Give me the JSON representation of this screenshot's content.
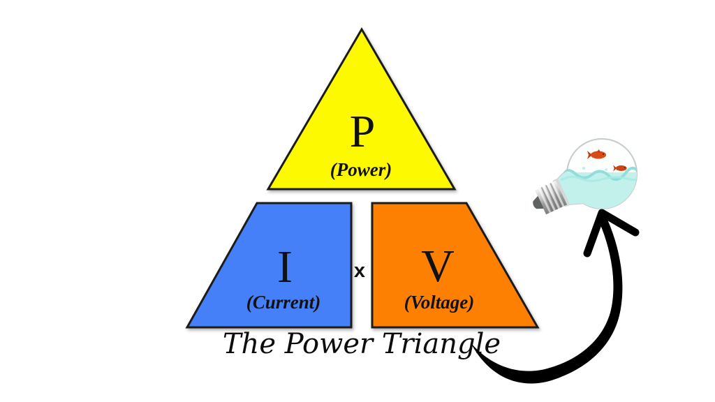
{
  "diagram": {
    "title": "The Power Triangle",
    "operator": "x",
    "power": {
      "symbol": "P",
      "label": "(Power)",
      "color": "#FDF900"
    },
    "current": {
      "symbol": "I",
      "label": "(Current)",
      "color": "#4580F8"
    },
    "voltage": {
      "symbol": "V",
      "label": "(Voltage)",
      "color": "#FD8003"
    },
    "outline_color": "#1B1B1B",
    "background_color": "#FFFFFF",
    "arrow_color": "#000000",
    "illustration": {
      "name": "lightbulb-with-water-and-goldfish",
      "water_color": "#C2F1EC",
      "fish_color": "#D94B16",
      "fish_count": 2
    }
  }
}
